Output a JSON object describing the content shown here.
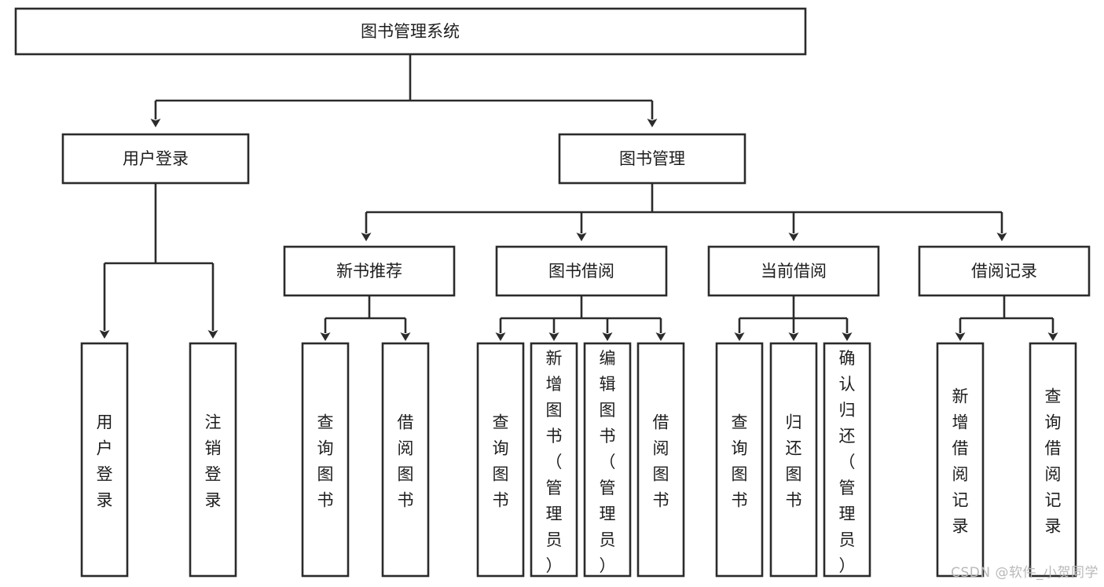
{
  "diagram": {
    "title": "图书管理系统",
    "type": "hierarchy-tree",
    "watermark": "CSDN @软件_小贺同学",
    "colors": {
      "stroke": "#2b2b2b",
      "box_fill": "#ffffff",
      "text": "#1d1d1d",
      "background": "#ffffff",
      "watermark": "#b9b9b9"
    },
    "levels": {
      "root": {
        "label": "图书管理系统"
      },
      "level2": [
        {
          "label": "用户登录"
        },
        {
          "label": "图书管理"
        }
      ],
      "level3": [
        {
          "label": "新书推荐"
        },
        {
          "label": "图书借阅"
        },
        {
          "label": "当前借阅"
        },
        {
          "label": "借阅记录"
        }
      ],
      "leaves": {
        "user_login": [
          {
            "label": "用户登录"
          },
          {
            "label": "注销登录"
          }
        ],
        "new_book_recommend": [
          {
            "label": "查询图书"
          },
          {
            "label": "借阅图书"
          }
        ],
        "book_borrow": [
          {
            "label": "查询图书"
          },
          {
            "label": "新增图书（管理员）"
          },
          {
            "label": "编辑图书（管理员）"
          },
          {
            "label": "借阅图书"
          }
        ],
        "current_borrow": [
          {
            "label": "查询图书"
          },
          {
            "label": "归还图书"
          },
          {
            "label": "确认归还（管理员）"
          }
        ],
        "borrow_record": [
          {
            "label": "新增借阅记录"
          },
          {
            "label": "查询借阅记录"
          }
        ]
      }
    }
  }
}
